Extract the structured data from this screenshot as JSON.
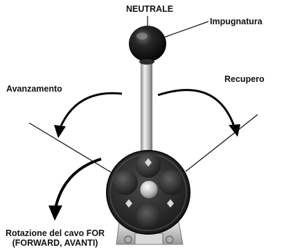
{
  "labels": {
    "neutral": "NEUTRALE",
    "grip": "Impugnatura",
    "advance": "Avanzamento",
    "recover": "Recupero",
    "rotation_line1": "Rotazione del cavo FOR",
    "rotation_line2": "(FORWARD, AVANTI)"
  },
  "colors": {
    "knob": "#1c1c1c",
    "housing": "#2a2a2a",
    "button": "#3a3a3a",
    "shaft": "#cfcfcf",
    "metal": "#c8c8c8",
    "text": "#111111"
  },
  "icons": [
    "diamond-icon"
  ]
}
